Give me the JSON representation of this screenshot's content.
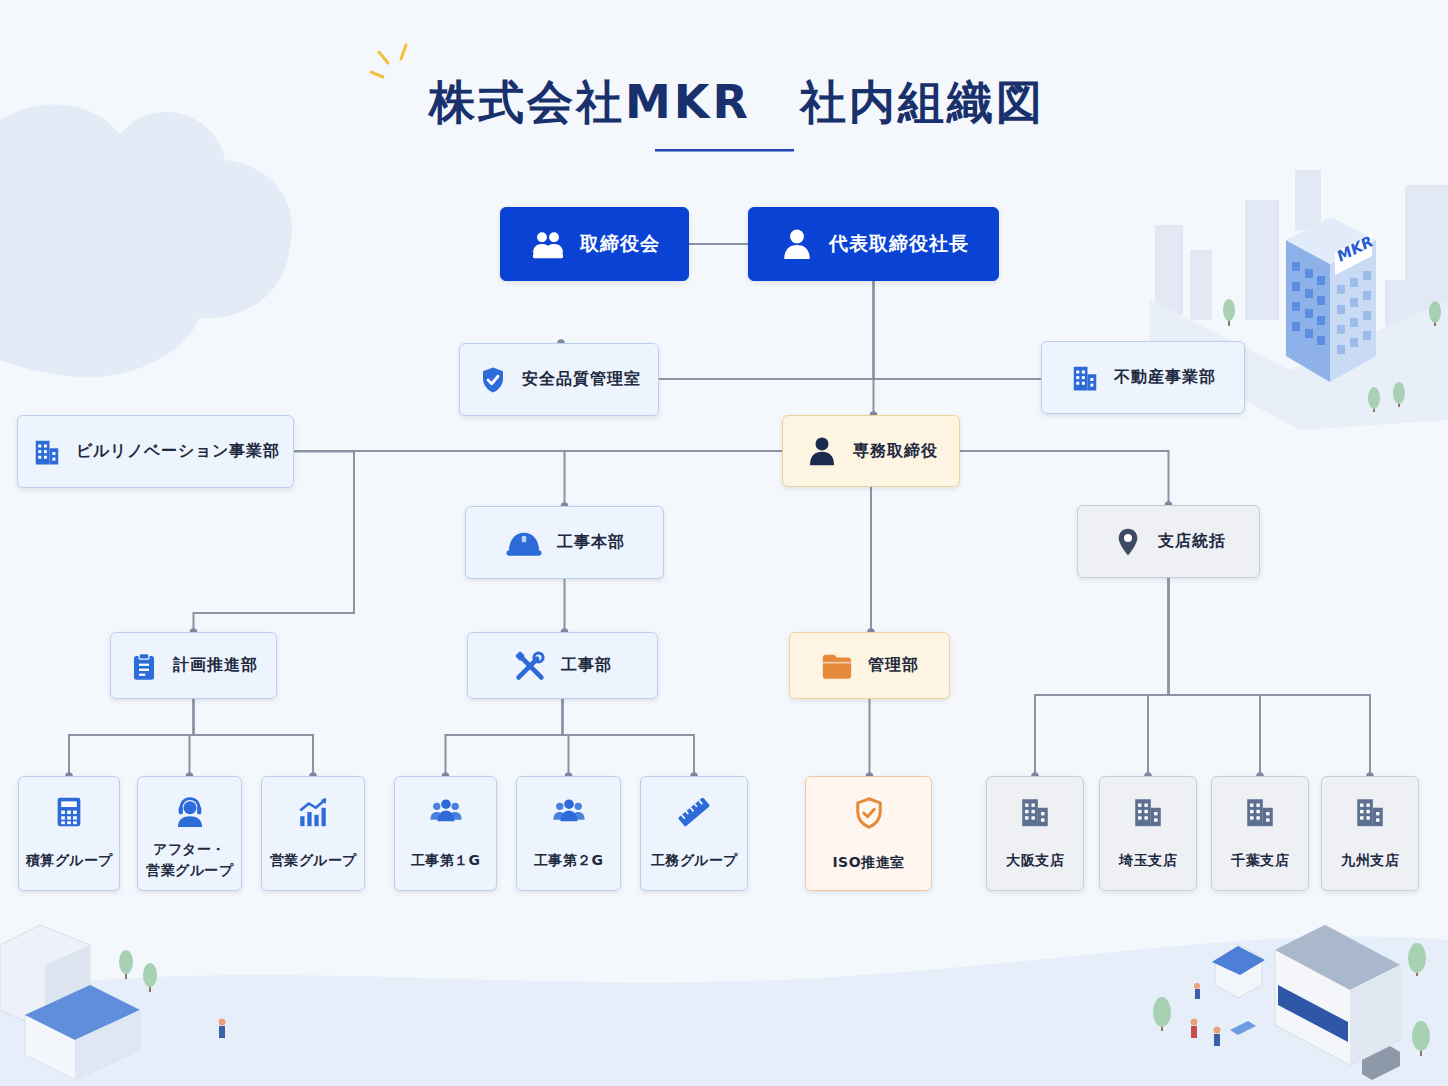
{
  "diagram": {
    "title": "株式会社MKR　社内組織図",
    "nodes": [
      {
        "text": [
          "取締役会"
        ]
      },
      {
        "text": [
          "代表取締役社長"
        ]
      },
      {
        "text": [
          "安全品質管理室"
        ]
      },
      {
        "text": [
          "不動産事業部"
        ]
      },
      {
        "text": [
          "ビルリノベーション事業部"
        ]
      },
      {
        "text": [
          "専務取締役"
        ]
      },
      {
        "text": [
          "工事本部"
        ]
      },
      {
        "text": [
          "支店統括"
        ]
      },
      {
        "text": [
          "計画推進部"
        ]
      },
      {
        "text": [
          "工事部"
        ]
      },
      {
        "text": [
          "管理部"
        ]
      },
      {
        "text": [
          "積算グループ"
        ]
      },
      {
        "text": [
          "アフター・ 営業グループ"
        ]
      },
      {
        "text": [
          "営業グループ"
        ]
      },
      {
        "text": [
          "工事第１G"
        ]
      },
      {
        "text": [
          "工事第２G"
        ]
      },
      {
        "text": [
          "工務グループ"
        ]
      },
      {
        "text": [
          "ISO推進室"
        ]
      },
      {
        "text": [
          "大阪支店"
        ]
      },
      {
        "text": [
          "埼玉支店"
        ]
      },
      {
        "text": [
          "千葉支店"
        ]
      },
      {
        "text": [
          "九州支店"
        ]
      }
    ],
    "edges": [
      {
        "from": 0,
        "to": 1,
        "arrow": "none"
      },
      {
        "from": 1,
        "to": 5,
        "arrow": "none"
      },
      {
        "from": 1,
        "to": 2,
        "arrow": "none"
      },
      {
        "from": 1,
        "to": 3,
        "arrow": "none"
      },
      {
        "from": 5,
        "to": 4,
        "arrow": "none"
      },
      {
        "from": 5,
        "to": 6,
        "arrow": "none"
      },
      {
        "from": 5,
        "to": 7,
        "arrow": "none"
      },
      {
        "from": 5,
        "to": 10,
        "arrow": "none"
      },
      {
        "from": 4,
        "to": 8,
        "arrow": "none"
      },
      {
        "from": 6,
        "to": 9,
        "arrow": "none"
      },
      {
        "from": 8,
        "to": 11,
        "arrow": "none"
      },
      {
        "from": 8,
        "to": 12,
        "arrow": "none"
      },
      {
        "from": 8,
        "to": 13,
        "arrow": "none"
      },
      {
        "from": 9,
        "to": 14,
        "arrow": "none"
      },
      {
        "from": 9,
        "to": 15,
        "arrow": "none"
      },
      {
        "from": 9,
        "to": 16,
        "arrow": "none"
      },
      {
        "from": 10,
        "to": 17,
        "arrow": "none"
      },
      {
        "from": 7,
        "to": 18,
        "arrow": "none"
      },
      {
        "from": 7,
        "to": 19,
        "arrow": "none"
      },
      {
        "from": 7,
        "to": 20,
        "arrow": "none"
      },
      {
        "from": 7,
        "to": 21,
        "arrow": "none"
      }
    ],
    "labels": [
      "MKR"
    ]
  }
}
